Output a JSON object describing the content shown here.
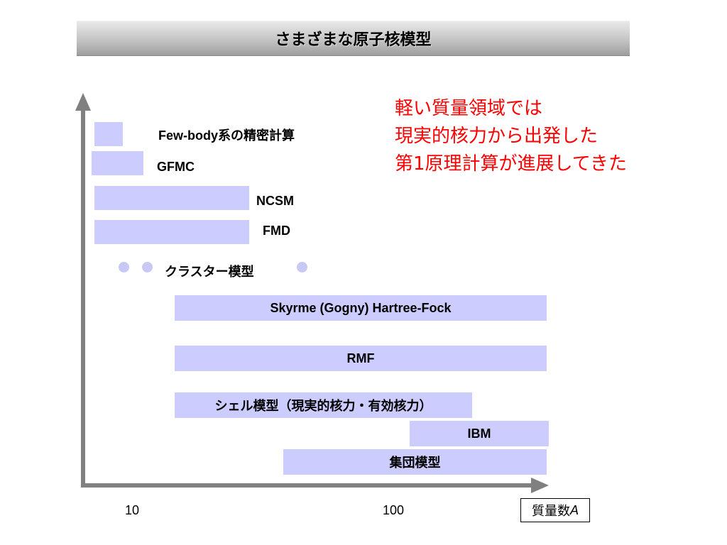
{
  "title": "さまざまな原子核模型",
  "annotation_lines": [
    "軽い質量領域では",
    "現実的核力から出発した",
    "第1原理計算が進展してきた"
  ],
  "axis": {
    "x_label": "質量数",
    "x_variable": "A",
    "ticks": [
      "10",
      "100"
    ]
  },
  "models": [
    {
      "name": "Few-body系の精密計算"
    },
    {
      "name": "GFMC"
    },
    {
      "name": "NCSM"
    },
    {
      "name": "FMD"
    },
    {
      "name": "クラスター模型"
    },
    {
      "name": "Skyrme (Gogny) Hartree-Fock"
    },
    {
      "name": "RMF"
    },
    {
      "name": "シェル模型（現実的核力・有効核力）"
    },
    {
      "name": "IBM"
    },
    {
      "name": "集団模型"
    }
  ],
  "colors": {
    "bar_fill": "#ccccff",
    "dot_fill": "#c8c8f4",
    "axis": "#808080",
    "annotation": "#ff0000"
  }
}
